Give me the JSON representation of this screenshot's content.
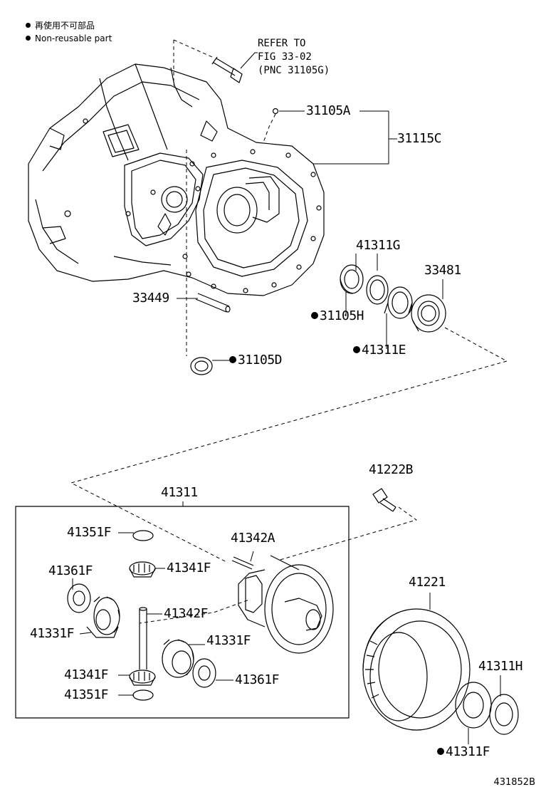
{
  "legend": {
    "non_reusable_cn": "再使用不可部品",
    "non_reusable_en": "Non-reusable part"
  },
  "refer": {
    "line1": "REFER TO",
    "line2": "FIG 33-02",
    "line3": "(PNC 31105G)"
  },
  "parts": {
    "p31105A": "31105A",
    "p31115C": "31115C",
    "p41311G": "41311G",
    "p33481": "33481",
    "p33449": "33449",
    "p31105H": "31105H",
    "p41311E": "41311E",
    "p31105D": "31105D",
    "p41222B": "41222B",
    "p41311": "41311",
    "p41351F_top": "41351F",
    "p41342A": "41342A",
    "p41341F_top": "41341F",
    "p41361F_left": "41361F",
    "p41342F": "41342F",
    "p41331F_left": "41331F",
    "p41331F_right": "41331F",
    "p41341F_bottom": "41341F",
    "p41361F_right": "41361F",
    "p41351F_bottom": "41351F",
    "p41221": "41221",
    "p41311H": "41311H",
    "p41311F": "41311F"
  },
  "figure_id": "431852B"
}
